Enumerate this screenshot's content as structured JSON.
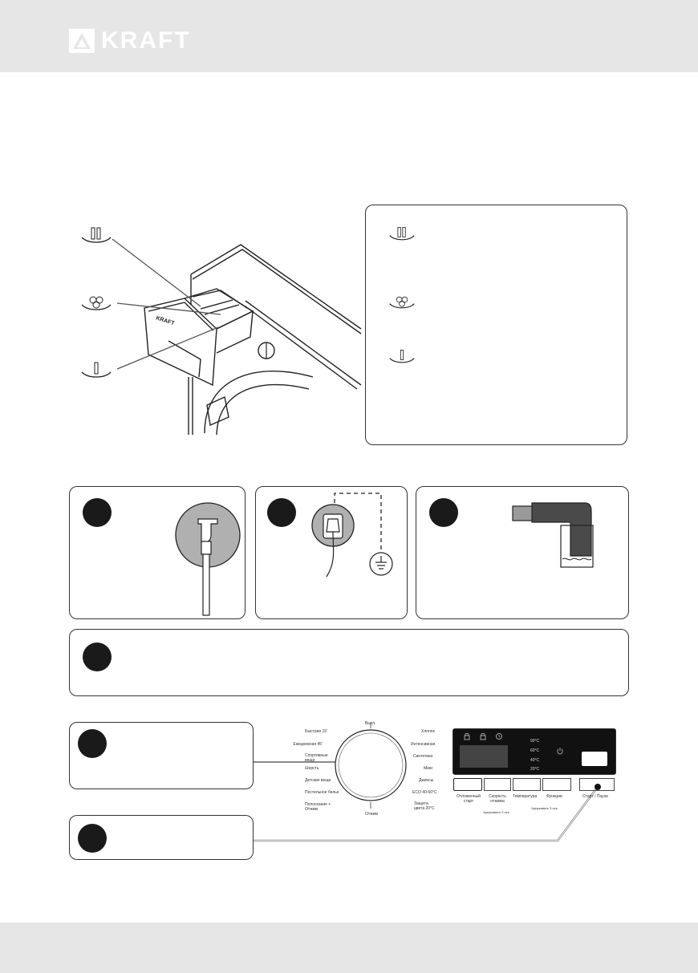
{
  "brand": {
    "name": "KRAFT",
    "drawer_label": "KRAFT"
  },
  "dial": {
    "top_label": "Выкл.",
    "left": [
      "Быстрая 15'",
      "Ежедневная 45'",
      "Спортивные вещи",
      "Шерсть",
      "Детские вещи",
      "Постельное белье",
      "Полоскание + Отжим"
    ],
    "bottom_label": "Отжим",
    "right": [
      "Хлопок",
      "Интенсивная",
      "Синтетика",
      "Микс",
      "Джинсы",
      "ECO 40-60°C",
      "Защита цвета 20°C"
    ]
  },
  "panel": {
    "temps": [
      "90°C",
      "60°C",
      "40°C",
      "20°C"
    ],
    "buttons": [
      "Отложенный старт",
      "Скорость отжима",
      "Температура",
      "Функции",
      "Старт / Пауза"
    ],
    "spin_hint": "Удерживать 3 сек.",
    "func_hint": "Удерживать 3 сек."
  },
  "icons": [
    "main-wash-compartment-icon",
    "softener-compartment-icon",
    "prewash-compartment-icon",
    "water-tap-icon",
    "power-plug-icon",
    "ground-symbol-icon",
    "drain-hose-icon",
    "lock-icon",
    "clock-icon",
    "power-icon"
  ]
}
